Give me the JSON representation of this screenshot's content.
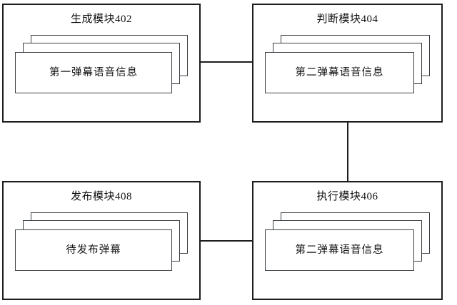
{
  "diagram": {
    "type": "block-diagram",
    "title": "",
    "modules": [
      {
        "id": "generate-module",
        "title": "生成模块402",
        "stack_label": "第一弹幕语音信息",
        "stack_layers": 3,
        "position": "top-left"
      },
      {
        "id": "judge-module",
        "title": "判断模块404",
        "stack_label": "第二弹幕语音信息",
        "stack_layers": 3,
        "position": "top-right"
      },
      {
        "id": "publish-module",
        "title": "发布模块408",
        "stack_label": "待发布弹幕",
        "stack_layers": 3,
        "position": "bottom-left"
      },
      {
        "id": "execute-module",
        "title": "执行模块406",
        "stack_label": "第二弹幕语音信息",
        "stack_layers": 3,
        "position": "bottom-right"
      }
    ],
    "connectors": [
      {
        "id": "generate-to-judge",
        "orientation": "horizontal",
        "from": "生成模块402",
        "to": "判断模块404"
      },
      {
        "id": "judge-to-execute",
        "orientation": "vertical",
        "from": "判断模块404",
        "to": "执行模块406"
      },
      {
        "id": "execute-to-publish",
        "orientation": "horizontal",
        "from": "执行模块406",
        "to": "发布模块408"
      }
    ],
    "colors": {
      "outer_border": "#1d1d1f",
      "inner_border": "#3a3f45",
      "connector": "#1c1c1c",
      "background": "#ffffff",
      "text": "#111111"
    }
  }
}
